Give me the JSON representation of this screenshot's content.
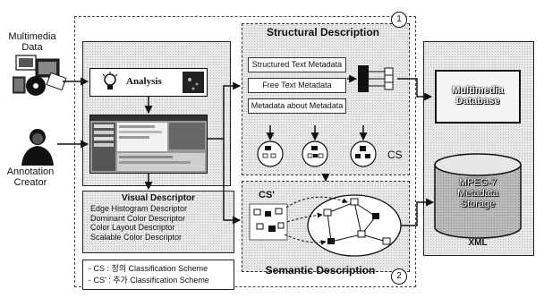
{
  "sources": {
    "multimedia_label": "Multimedia\nData",
    "annotator_label": "Annotation\nCreator"
  },
  "analysis": {
    "label": "Analysis"
  },
  "structural": {
    "title": "Structural Description",
    "number": "1",
    "metadata_items": [
      "Structured Text Metadata",
      "Free Text Metadata",
      "Metadata about Metadata"
    ],
    "cs_label": "CS"
  },
  "semantic": {
    "title": "Semantic Description",
    "number": "2",
    "cs_label": "CS'"
  },
  "visual_descriptor": {
    "title": "Visual Descriptor",
    "items": [
      "Edge Histogram Descriptor",
      "Dominant Color Descriptor",
      "Color Layout Descriptor",
      "Scalable Color Descriptor"
    ]
  },
  "legend": {
    "items": [
      "- CS : 정의 Classification Scheme",
      "- CS' : 추가 Classification Scheme"
    ]
  },
  "database": {
    "title": "Multimedia\nDatabase",
    "storage": "MPEG-7\nMetadata\nStorage",
    "xml": "XML"
  },
  "colors": {
    "texture_bg": "#e9e9e9",
    "line": "#111111",
    "node": "#ffffff",
    "node_filled": "#111111"
  }
}
